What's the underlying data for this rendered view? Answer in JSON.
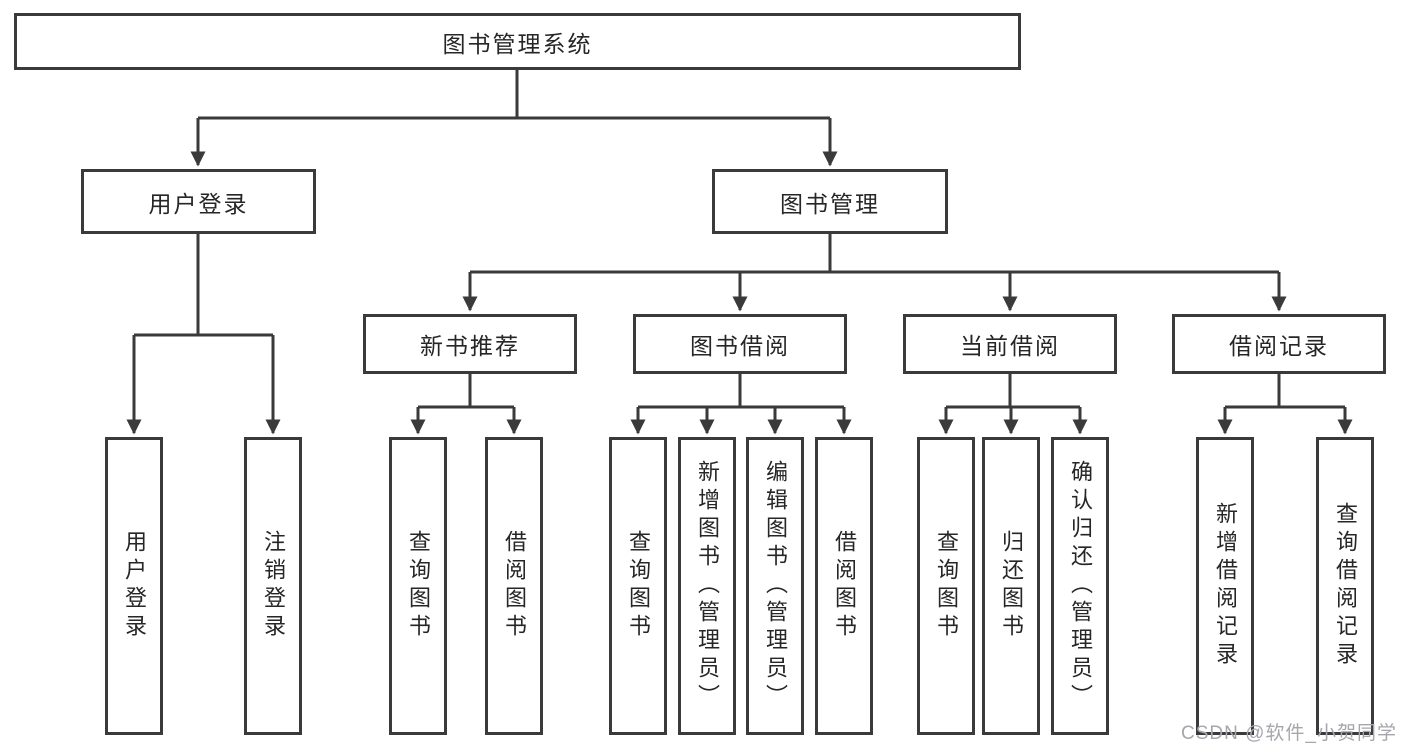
{
  "diagram_title": "图书管理系统",
  "nodes": {
    "root": "图书管理系统",
    "user_login": "用户登录",
    "book_management": "图书管理",
    "new_book_recommend": "新书推荐",
    "book_borrowing": "图书借阅",
    "current_borrowing": "当前借阅",
    "borrowing_records": "借阅记录",
    "leaf_user_login": "用户登录",
    "leaf_logout": "注销登录",
    "leaf_query_books_recommend": "查询图书",
    "leaf_borrow_books_recommend": "借阅图书",
    "leaf_query_books_borrowing": "查询图书",
    "leaf_add_books_admin": "新增图书（管理员）",
    "leaf_edit_books_admin": "编辑图书（管理员）",
    "leaf_borrow_books_borrowing": "借阅图书",
    "leaf_query_books_current": "查询图书",
    "leaf_return_books": "归还图书",
    "leaf_confirm_return_admin": "确认归还（管理员）",
    "leaf_add_borrow_record": "新增借阅记录",
    "leaf_query_borrow_record": "查询借阅记录"
  },
  "watermark": "CSDN @软件_小贺同学",
  "colors": {
    "line": "#3a3a3a",
    "text": "#262626",
    "watermark": "#a6a6ad",
    "background": "#ffffff"
  }
}
